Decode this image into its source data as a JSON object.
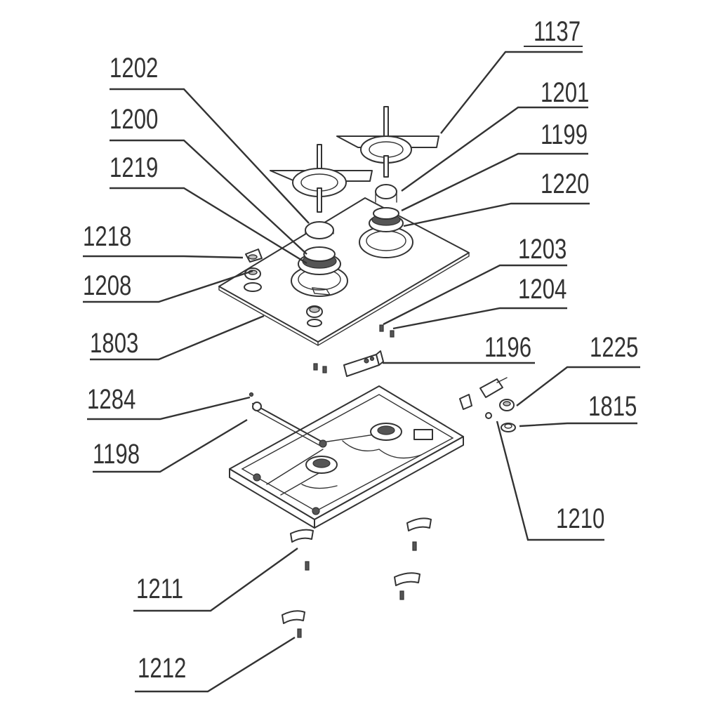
{
  "callouts": [
    {
      "id": "1137",
      "text": "1137"
    },
    {
      "id": "1202",
      "text": "1202"
    },
    {
      "id": "1201",
      "text": "1201"
    },
    {
      "id": "1200",
      "text": "1200"
    },
    {
      "id": "1199",
      "text": "1199"
    },
    {
      "id": "1219",
      "text": "1219"
    },
    {
      "id": "1220",
      "text": "1220"
    },
    {
      "id": "1218",
      "text": "1218"
    },
    {
      "id": "1203",
      "text": "1203"
    },
    {
      "id": "1208",
      "text": "1208"
    },
    {
      "id": "1204",
      "text": "1204"
    },
    {
      "id": "1803",
      "text": "1803"
    },
    {
      "id": "1196",
      "text": "1196"
    },
    {
      "id": "1225",
      "text": "1225"
    },
    {
      "id": "1284",
      "text": "1284"
    },
    {
      "id": "1815",
      "text": "1815"
    },
    {
      "id": "1198",
      "text": "1198"
    },
    {
      "id": "1210",
      "text": "1210"
    },
    {
      "id": "1211",
      "text": "1211"
    },
    {
      "id": "1212",
      "text": "1212"
    }
  ]
}
